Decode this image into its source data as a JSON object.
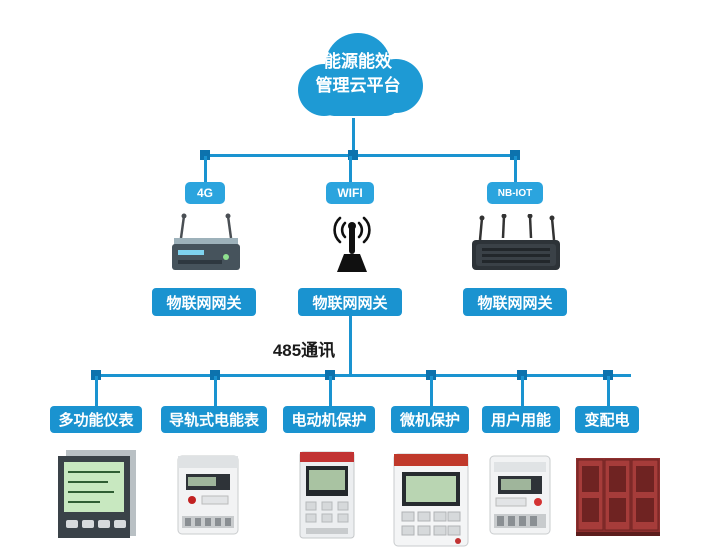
{
  "cloud": {
    "line1": "能源能效",
    "line2": "管理云平台"
  },
  "bus_label": "485通讯",
  "gateways": [
    {
      "badge": "4G",
      "label": "物联网网关",
      "device": "4g-router"
    },
    {
      "badge": "WIFI",
      "label": "物联网网关",
      "device": "wifi-antenna"
    },
    {
      "badge": "NB-IOT",
      "label": "物联网网关",
      "device": "nbiot-router"
    }
  ],
  "terminals": [
    {
      "label": "多功能仪表",
      "device": "multifunction-meter"
    },
    {
      "label": "导轨式电能表",
      "device": "din-rail-energy-meter"
    },
    {
      "label": "电动机保护",
      "device": "motor-protection-unit"
    },
    {
      "label": "微机保护",
      "device": "microcomputer-protection-unit"
    },
    {
      "label": "用户用能",
      "device": "user-energy-meter"
    },
    {
      "label": "变配电",
      "device": "power-distribution-cabinets"
    }
  ],
  "colors": {
    "primary_blue": "#1a93d0",
    "badge_blue": "#2ba4de",
    "node_blue": "#0d72ad",
    "cloud_blue": "#1e9ad4",
    "label_text": "#ffffff",
    "bus_label_text": "#1a1a1a"
  }
}
